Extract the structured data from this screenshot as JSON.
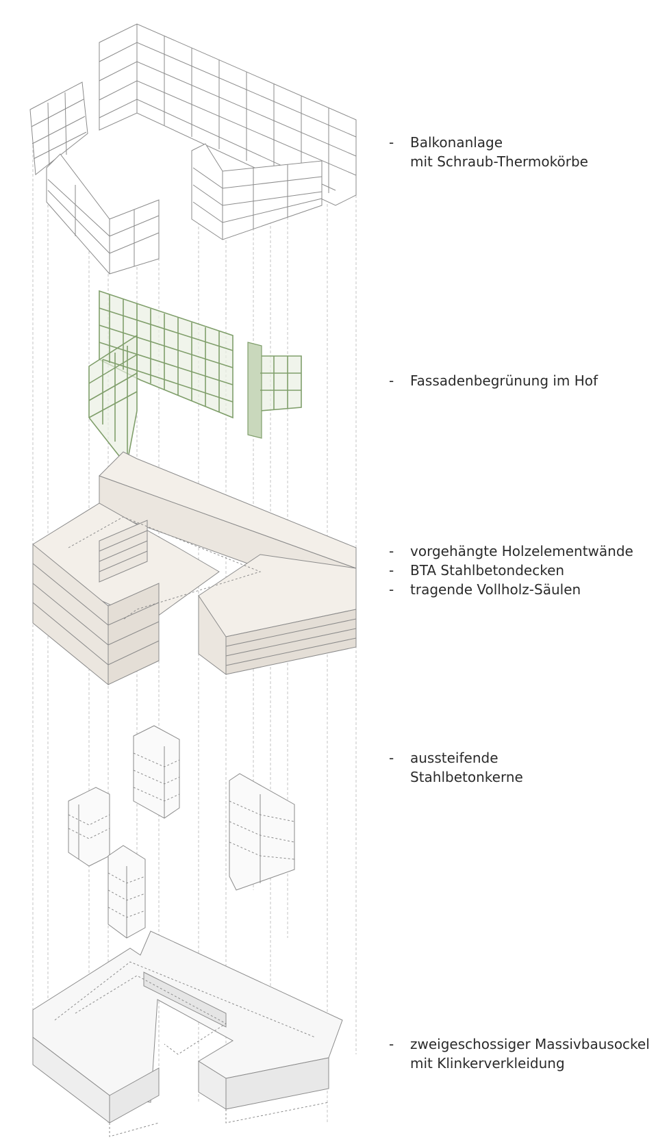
{
  "layers": [
    {
      "id": "balconies",
      "lines": [
        {
          "dash": "-",
          "text": "Balkonanlage"
        },
        {
          "dash": "",
          "text": "mit Schraub-Thermokörbe"
        }
      ]
    },
    {
      "id": "greenery",
      "lines": [
        {
          "dash": "-",
          "text": "Fassadenbegrünung im Hof"
        }
      ]
    },
    {
      "id": "timber",
      "lines": [
        {
          "dash": "-",
          "text": "vorgehängte Holzelementwände"
        },
        {
          "dash": "-",
          "text": "BTA Stahlbetondecken"
        },
        {
          "dash": "-",
          "text": "tragende Vollholz-Säulen"
        }
      ]
    },
    {
      "id": "cores",
      "lines": [
        {
          "dash": "-",
          "text": "aussteifende"
        },
        {
          "dash": "",
          "text": "Stahlbetonkerne"
        }
      ]
    },
    {
      "id": "base",
      "lines": [
        {
          "dash": "-",
          "text": "zweigeschossiger Massivbausockel"
        },
        {
          "dash": "",
          "text": "mit Klinkerverkleidung"
        }
      ]
    }
  ],
  "colors": {
    "line": "#8a8a8a",
    "timber_fill": "#f3efe9",
    "timber_side": "#ebe6df",
    "greenery": "#7f9e6a",
    "base_fill": "#f7f7f7",
    "core_fill": "#fafafa"
  }
}
